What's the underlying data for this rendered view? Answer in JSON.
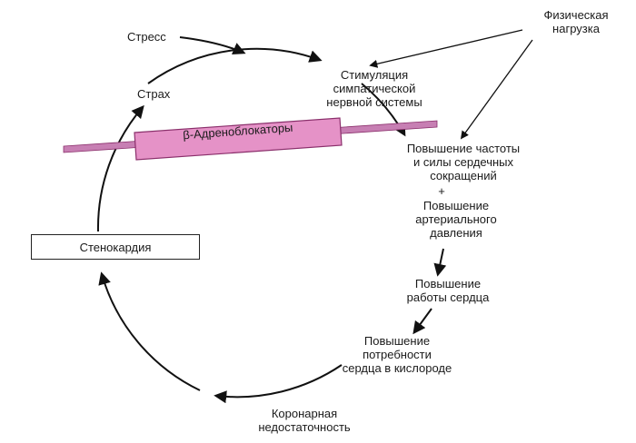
{
  "labels": {
    "stress": "Стресс",
    "fear": "Страх",
    "physical_load": "Физическая\nнагрузка",
    "sns_stimulation": "Стимуляция\nсимпатической\nнервной системы",
    "beta_blockers": "β-Адреноблокаторы",
    "hr_increase": "Повышение частоты\nи силы сердечных\nсокращений",
    "plus": "+",
    "bp_increase": "Повышение\nартериального\nдавления",
    "work_increase": "Повышение\nработы сердца",
    "o2_demand": "Повышение\nпотребности\nсердца в кислороде",
    "coronary_insufficiency": "Коронарная\nнедостаточность",
    "angina": "Стенокардия"
  },
  "colors": {
    "beta_blocker_fill": "#e592c7",
    "beta_blocker_stroke": "#8a2f6b",
    "membrane": "#c77fb3",
    "arrow": "#111111"
  }
}
